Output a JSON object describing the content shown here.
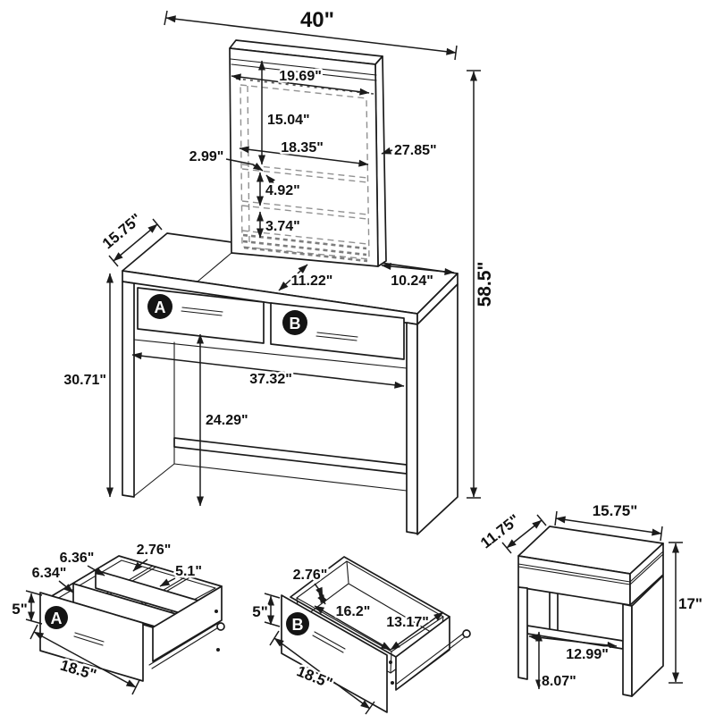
{
  "mirror": {
    "width": "40\"",
    "inner_width": "19.69\"",
    "inner_height": "15.04\"",
    "shelf_width": "18.35\"",
    "frame_gap": "2.99\"",
    "side_height": "27.85\"",
    "shelf_spacing_upper": "4.92\"",
    "shelf_spacing_lower": "3.74\""
  },
  "desk": {
    "depth": "15.75\"",
    "mirror_to_front": "11.22\"",
    "mirror_to_back_corner": "10.24\"",
    "total_height": "58.5\"",
    "height": "30.71\"",
    "opening_width": "37.32\"",
    "knee_clearance": "24.29\"",
    "drawer_a_badge": "A",
    "drawer_b_badge": "B"
  },
  "drawer_a": {
    "badge": "A",
    "compartment_width_1": "6.36\"",
    "compartment_width_2": "6.34\"",
    "slot_width": "2.76\"",
    "compartment_width_3": "5.1\"",
    "height": "5\"",
    "width": "18.5\""
  },
  "drawer_b": {
    "badge": "B",
    "slot_width": "2.76\"",
    "inner_width": "16.2\"",
    "inner_depth": "13.17\"",
    "height": "5\"",
    "width": "18.5\""
  },
  "stool": {
    "top_width": "15.75\"",
    "top_depth": "11.75\"",
    "height": "17\"",
    "stretcher_span": "12.99\"",
    "stretcher_height": "8.07\""
  }
}
